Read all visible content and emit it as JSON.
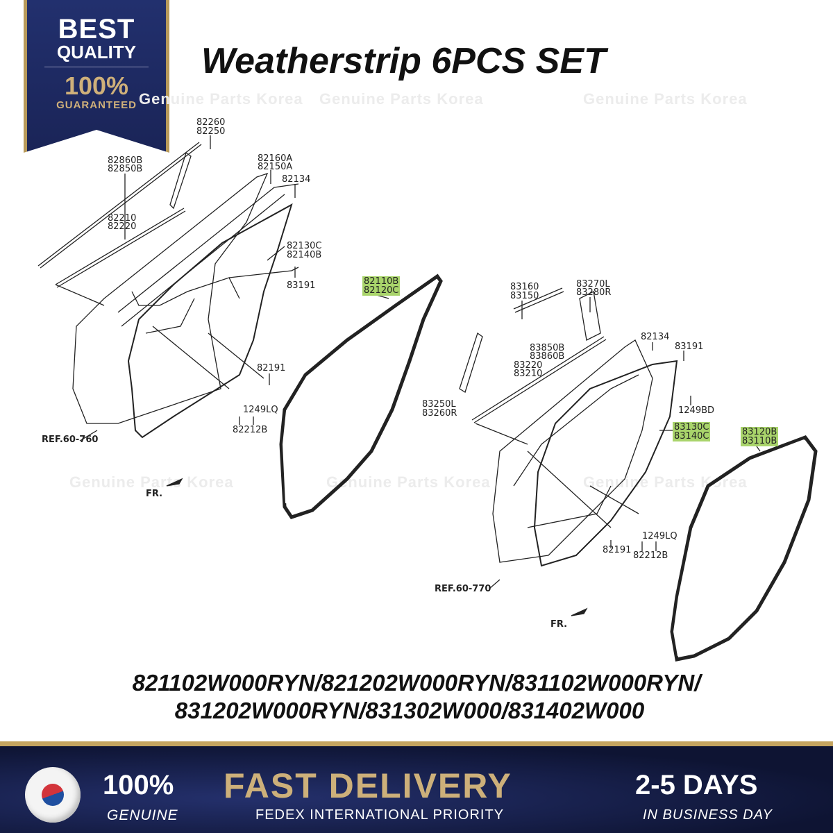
{
  "badge": {
    "line1": "BEST",
    "line2": "QUALITY",
    "line3": "100%",
    "line4": "GUARANTEED"
  },
  "title": "Weatherstrip 6PCS SET",
  "watermark": "Genuine Parts Korea",
  "front_labels": {
    "l82260": "82260",
    "l82250": "82250",
    "l82860b": "82860B",
    "l82850b": "82850B",
    "l82160a": "82160A",
    "l82150a": "82150A",
    "l82134": "82134",
    "l82210": "82210",
    "l82220": "82220",
    "l82130c": "82130C",
    "l82140b": "82140B",
    "l83191": "83191",
    "l82110b": "82110B",
    "l82120c": "82120C",
    "l82191": "82191",
    "l1249lq": "1249LQ",
    "l82212b": "82212B",
    "ref": "REF.60-760",
    "fr": "FR."
  },
  "rear_labels": {
    "l83160": "83160",
    "l83150": "83150",
    "l83270l": "83270L",
    "l83280r": "83280R",
    "l82134": "82134",
    "l83191": "83191",
    "l83850b": "83850B",
    "l83860b": "83860B",
    "l83220": "83220",
    "l83210": "83210",
    "l83250l": "83250L",
    "l83260r": "83260R",
    "l1249bd": "1249BD",
    "l83130c": "83130C",
    "l83140c": "83140C",
    "l83120b": "83120B",
    "l83110b": "83110B",
    "l1249lq": "1249LQ",
    "l82191": "82191",
    "l82212b": "82212B",
    "ref": "REF.60-770",
    "fr": "FR."
  },
  "part_numbers": {
    "line1": "821102W000RYN/821202W000RYN/831102W000RYN/",
    "line2": "831202W000RYN/831302W000/831402W000"
  },
  "footer": {
    "genuine_big": "100%",
    "genuine_small": "GENUINE",
    "delivery_big": "FAST DELIVERY",
    "delivery_small": "FEDEX INTERNATIONAL PRIORITY",
    "days_big": "2-5 DAYS",
    "days_small": "IN BUSINESS DAY"
  },
  "colors": {
    "navy": "#1a2457",
    "gold": "#c4a45f",
    "highlight": "#a9d46b"
  }
}
